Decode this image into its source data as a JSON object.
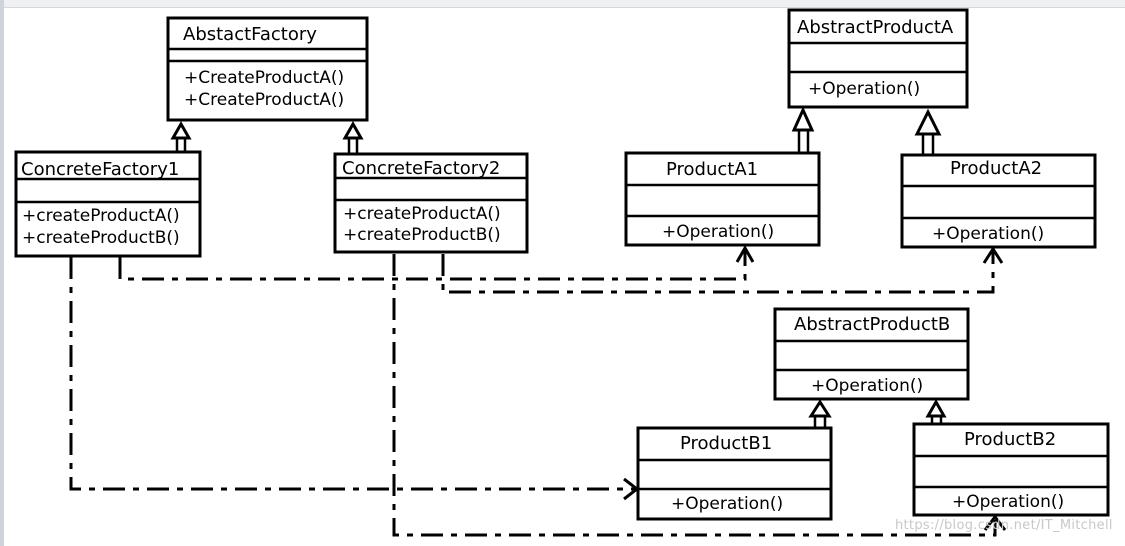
{
  "classes": {
    "abstract_factory": {
      "name": "AbstactFactory",
      "ops": [
        "+CreateProductA()",
        "+CreateProductA()"
      ]
    },
    "concrete_factory1": {
      "name": "ConcreteFactory1",
      "ops": [
        "+createProductA()",
        "+createProductB()"
      ]
    },
    "concrete_factory2": {
      "name": "ConcreteFactory2",
      "ops": [
        "+createProductA()",
        "+createProductB()"
      ]
    },
    "abstract_product_a": {
      "name": "AbstractProductA",
      "ops": [
        "+Operation()"
      ]
    },
    "product_a1": {
      "name": "ProductA1",
      "ops": [
        "+Operation()"
      ]
    },
    "product_a2": {
      "name": "ProductA2",
      "ops": [
        "+Operation()"
      ]
    },
    "abstract_product_b": {
      "name": "AbstractProductB",
      "ops": [
        "+Operation()"
      ]
    },
    "product_b1": {
      "name": "ProductB1",
      "ops": [
        "+Operation()"
      ]
    },
    "product_b2": {
      "name": "ProductB2",
      "ops": [
        "+Operation()"
      ]
    }
  },
  "relations": [
    {
      "type": "inheritance",
      "from": "ConcreteFactory1",
      "to": "AbstactFactory"
    },
    {
      "type": "inheritance",
      "from": "ConcreteFactory2",
      "to": "AbstactFactory"
    },
    {
      "type": "inheritance",
      "from": "ProductA1",
      "to": "AbstractProductA"
    },
    {
      "type": "inheritance",
      "from": "ProductA2",
      "to": "AbstractProductA"
    },
    {
      "type": "inheritance",
      "from": "ProductB1",
      "to": "AbstractProductB"
    },
    {
      "type": "inheritance",
      "from": "ProductB2",
      "to": "AbstractProductB"
    },
    {
      "type": "dependency",
      "from": "ConcreteFactory1",
      "to": "ProductA1"
    },
    {
      "type": "dependency",
      "from": "ConcreteFactory1",
      "to": "ProductB1"
    },
    {
      "type": "dependency",
      "from": "ConcreteFactory2",
      "to": "ProductA2"
    },
    {
      "type": "dependency",
      "from": "ConcreteFactory2",
      "to": "ProductB2"
    }
  ],
  "watermark": "https://blog.csdn.net/IT_Mitchell"
}
